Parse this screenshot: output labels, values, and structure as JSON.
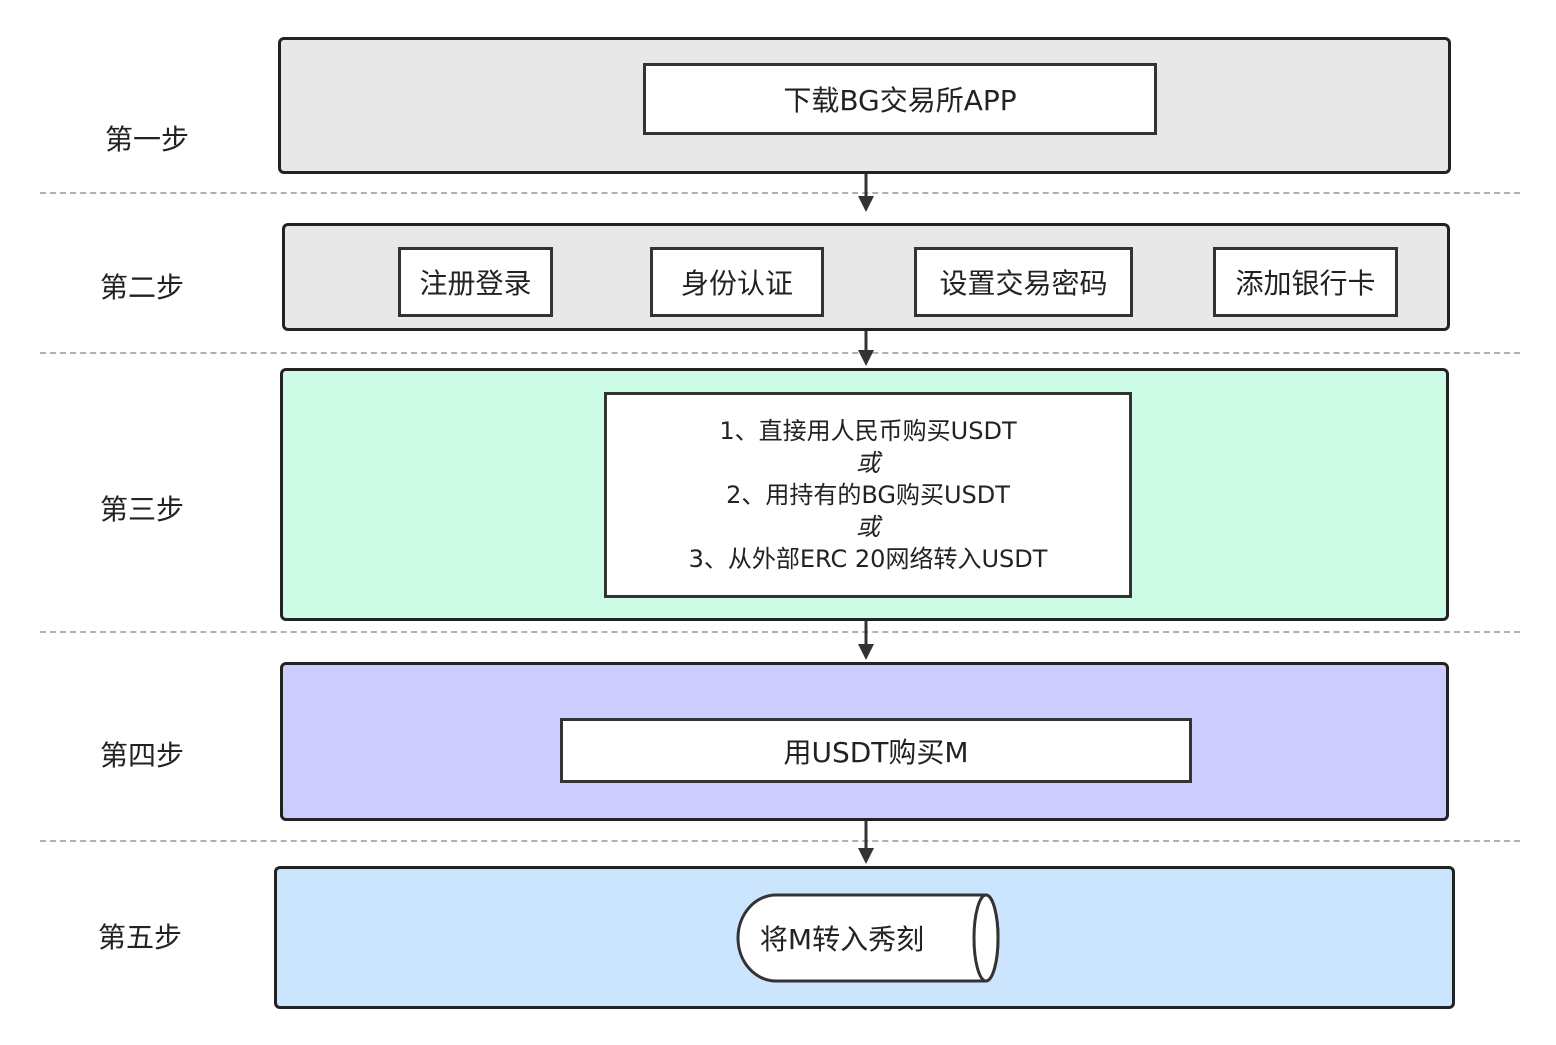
{
  "steps": [
    {
      "label": "第一步",
      "color": "#e8e8e8",
      "items": [
        "下载BG交易所APP"
      ]
    },
    {
      "label": "第二步",
      "color": "#e8e8e8",
      "items": [
        "注册登录",
        "身份认证",
        "设置交易密码",
        "添加银行卡"
      ]
    },
    {
      "label": "第三步",
      "color": "#ccfce6",
      "options": {
        "line1": "1、直接用人民币购买USDT",
        "or1": "或",
        "line2": "2、用持有的BG购买USDT",
        "or2": "或",
        "line3": "3、从外部ERC 20网络转入USDT"
      }
    },
    {
      "label": "第四步",
      "color": "#ccccff",
      "items": [
        "用USDT购买M"
      ]
    },
    {
      "label": "第五步",
      "color": "#cce5ff",
      "items": [
        "将M转入秀刻"
      ]
    }
  ]
}
